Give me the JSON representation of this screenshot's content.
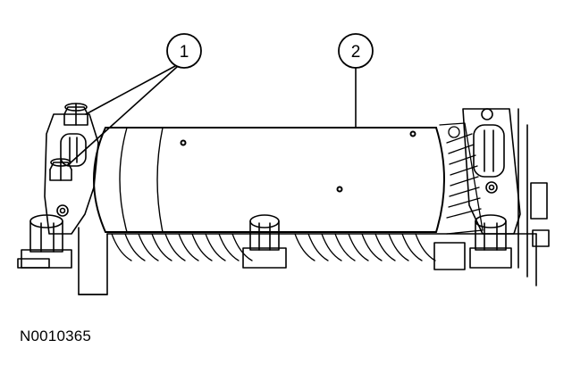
{
  "callouts": [
    {
      "number": "1"
    },
    {
      "number": "2"
    }
  ],
  "figure_id": "N0010365",
  "colors": {
    "line": "#000000",
    "background": "#ffffff"
  }
}
